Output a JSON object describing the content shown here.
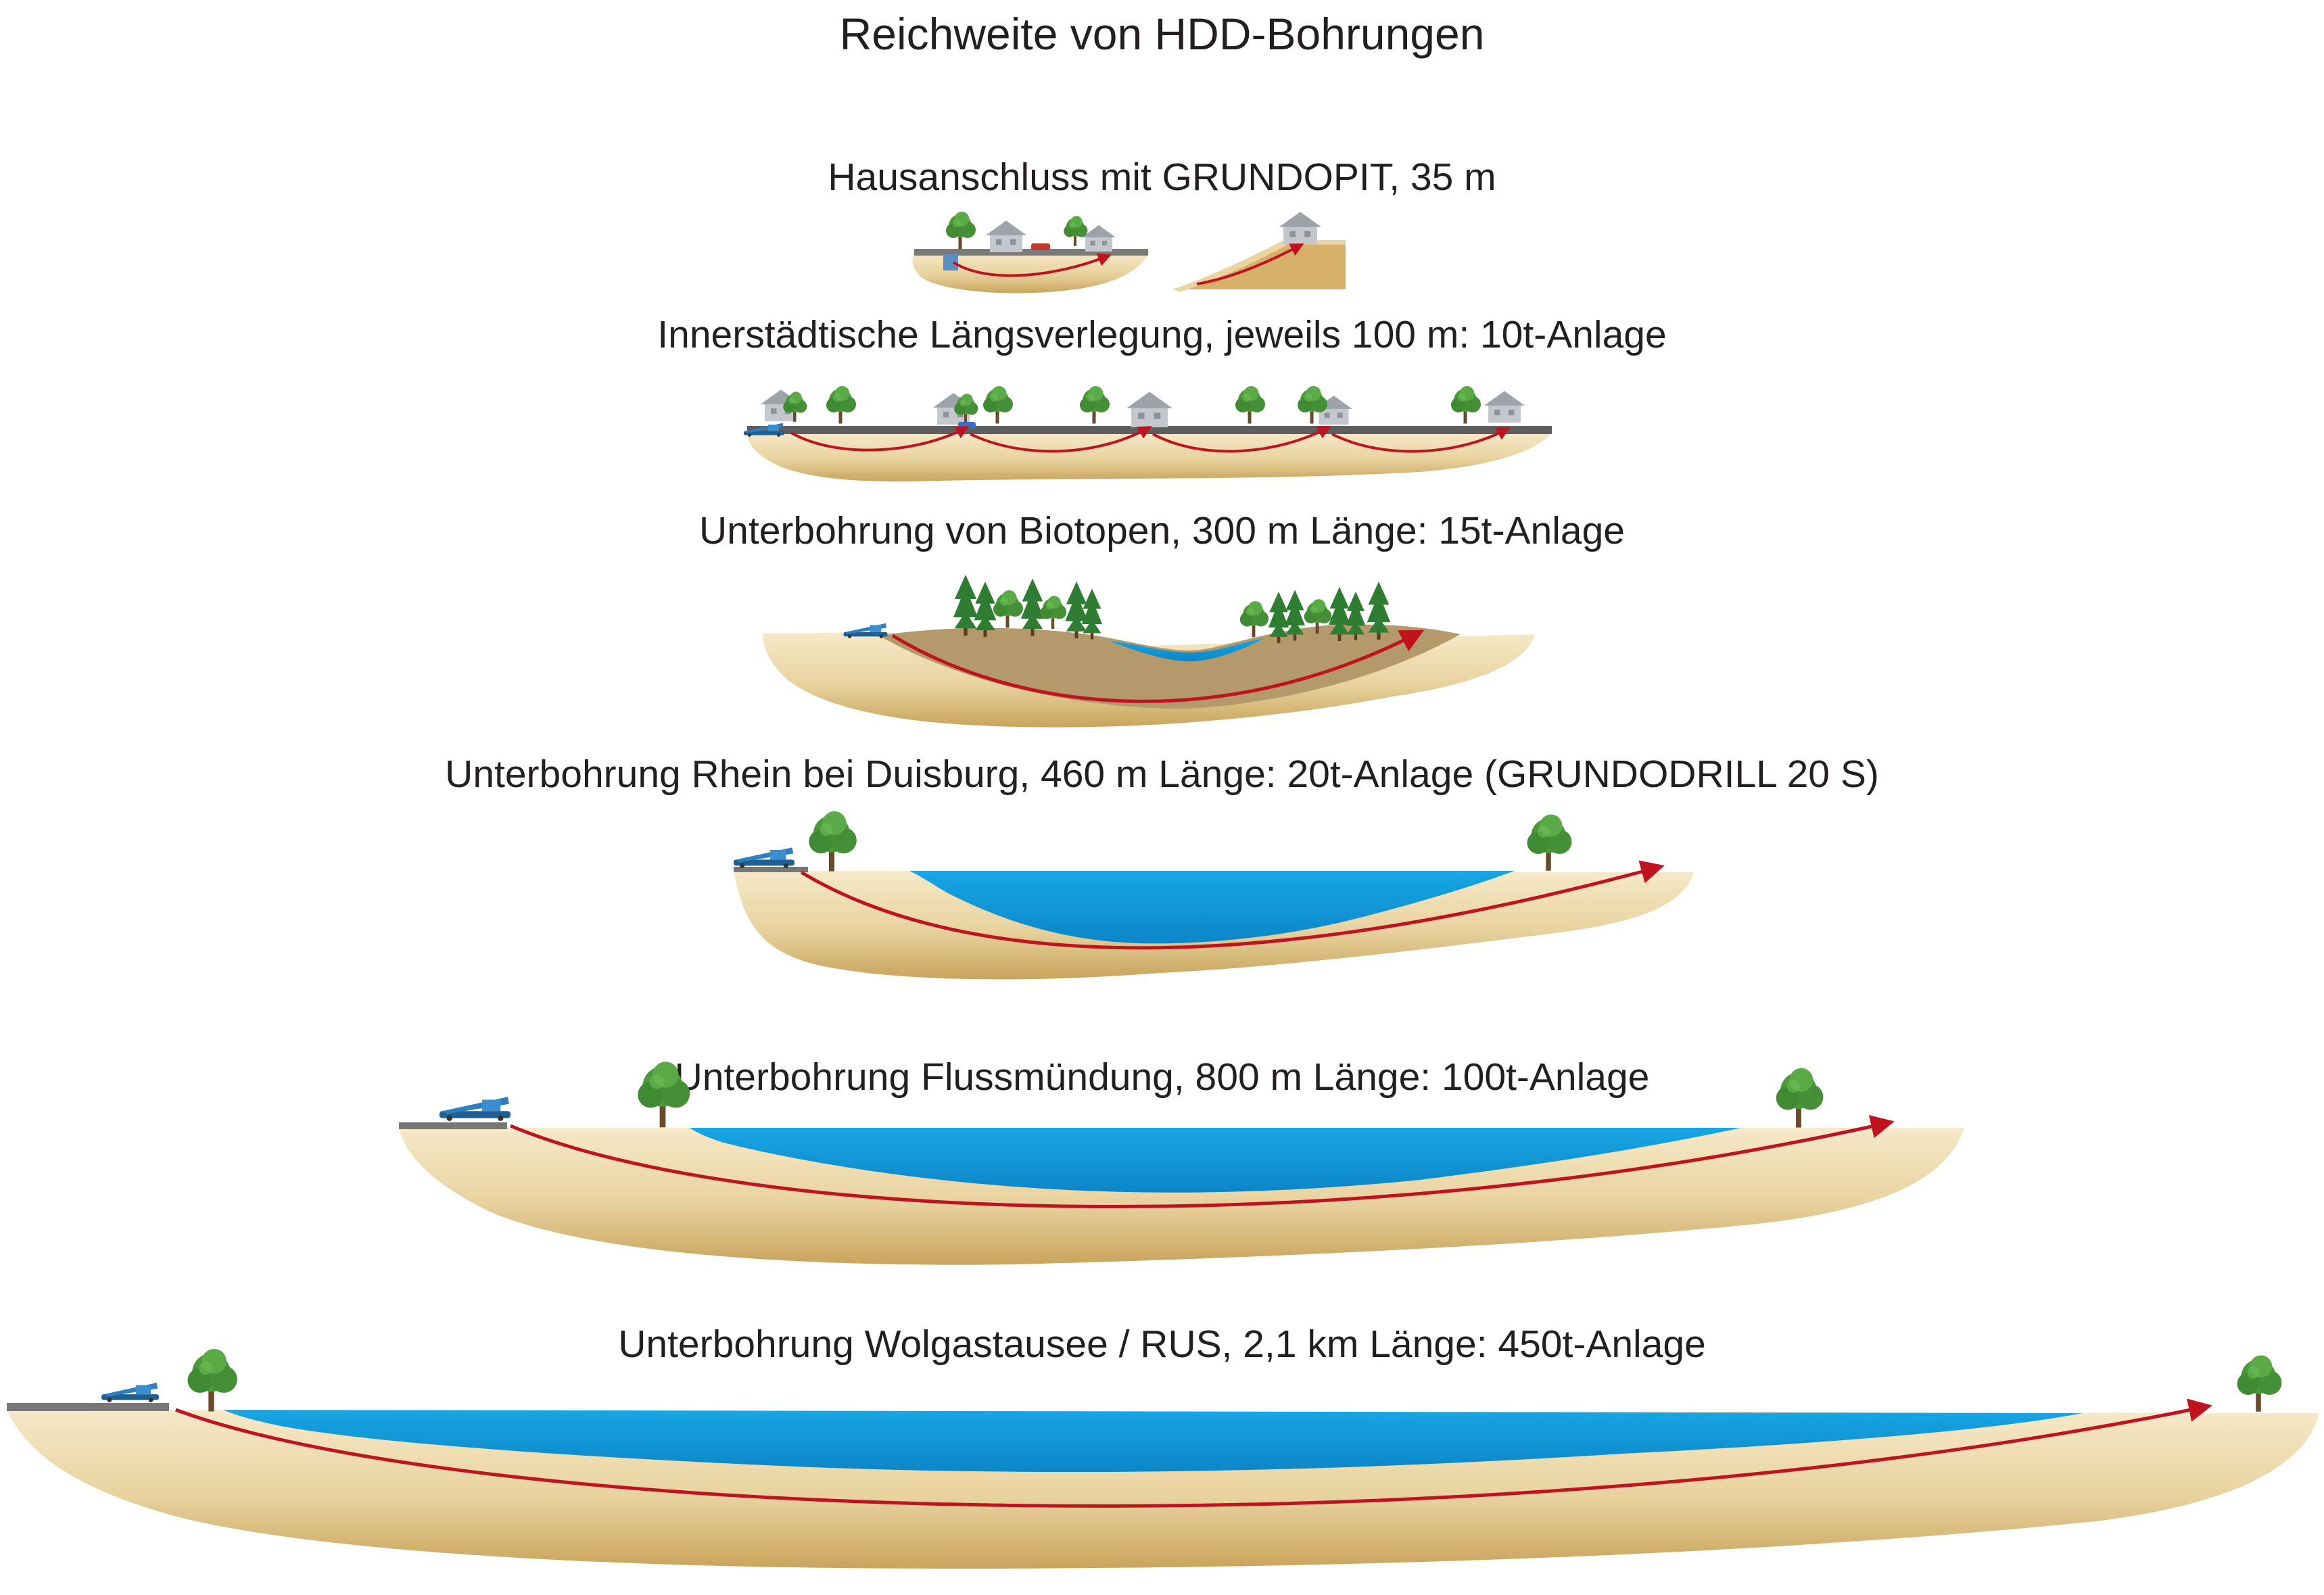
{
  "title": "Reichweite von HDD-Bohrungen",
  "colors": {
    "sand_light": "#f5e6c4",
    "sand_mid": "#e6d19c",
    "sand_dark": "#c8a35a",
    "water": "#13a1e0",
    "water_dark": "#0a82c5",
    "bore_path": "#c1121f",
    "tree": "#4a9a3a",
    "tree_dark": "#2e6e26",
    "house": "#b8bcc2",
    "road": "#6b6b6b",
    "rig": "#2d7fc0",
    "forest_soil": "#b49a6a"
  },
  "scenes": [
    {
      "id": "hausanschluss",
      "label": "Hausanschluss mit GRUNDOPIT, 35 m"
    },
    {
      "id": "innerstaedtisch",
      "label": "Innerstädtische Längsverlegung, jeweils 100 m: 10t-Anlage"
    },
    {
      "id": "biotope",
      "label": "Unterbohrung von Biotopen, 300 m Länge: 15t-Anlage"
    },
    {
      "id": "rhein",
      "label": "Unterbohrung Rhein bei Duisburg, 460 m Länge: 20t-Anlage (GRUNDODRILL 20 S)"
    },
    {
      "id": "flussmuendung",
      "label": "Unterbohrung Flussmündung, 800 m Länge: 100t-Anlage"
    },
    {
      "id": "wolgastausee",
      "label": "Unterbohrung Wolgastausee / RUS, 2,1 km Länge: 450t-Anlage"
    }
  ]
}
